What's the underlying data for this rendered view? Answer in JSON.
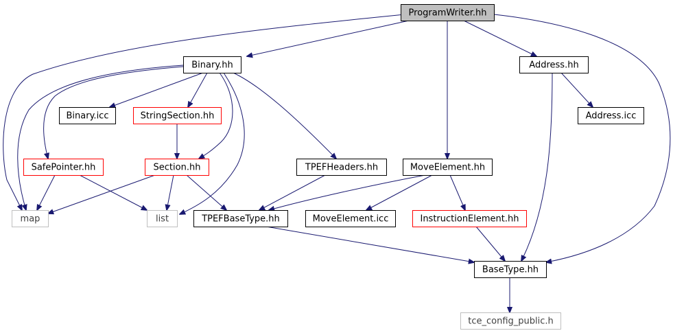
{
  "title": "ProgramWriter.hh",
  "colors": {
    "edge": "#191970",
    "root_fill": "#bfbfbf",
    "normal_border": "#000000",
    "incomplete_border": "#ff0000",
    "external_border": "#bfbfbf",
    "external_text": "#404040"
  },
  "nodes": [
    {
      "id": "programwriter",
      "label": "ProgramWriter.hh",
      "kind": "root"
    },
    {
      "id": "binary",
      "label": "Binary.hh",
      "kind": "normal"
    },
    {
      "id": "address",
      "label": "Address.hh",
      "kind": "normal"
    },
    {
      "id": "binaryicc",
      "label": "Binary.icc",
      "kind": "normal"
    },
    {
      "id": "stringsection",
      "label": "StringSection.hh",
      "kind": "incomplete"
    },
    {
      "id": "addressicc",
      "label": "Address.icc",
      "kind": "normal"
    },
    {
      "id": "safepointer",
      "label": "SafePointer.hh",
      "kind": "incomplete"
    },
    {
      "id": "section",
      "label": "Section.hh",
      "kind": "incomplete"
    },
    {
      "id": "tpefheaders",
      "label": "TPEFHeaders.hh",
      "kind": "normal"
    },
    {
      "id": "moveelement",
      "label": "MoveElement.hh",
      "kind": "normal"
    },
    {
      "id": "map",
      "label": "map",
      "kind": "external"
    },
    {
      "id": "list",
      "label": "list",
      "kind": "external"
    },
    {
      "id": "tpefbasetype",
      "label": "TPEFBaseType.hh",
      "kind": "normal"
    },
    {
      "id": "moveelementicc",
      "label": "MoveElement.icc",
      "kind": "normal"
    },
    {
      "id": "instructionelement",
      "label": "InstructionElement.hh",
      "kind": "incomplete"
    },
    {
      "id": "basetype",
      "label": "BaseType.hh",
      "kind": "normal"
    },
    {
      "id": "tceconfig",
      "label": "tce_config_public.h",
      "kind": "external"
    }
  ],
  "edges": [
    {
      "from": "programwriter",
      "to": "binary"
    },
    {
      "from": "programwriter",
      "to": "map"
    },
    {
      "from": "programwriter",
      "to": "moveelement"
    },
    {
      "from": "programwriter",
      "to": "address"
    },
    {
      "from": "programwriter",
      "to": "basetype"
    },
    {
      "from": "binary",
      "to": "binaryicc"
    },
    {
      "from": "binary",
      "to": "stringsection"
    },
    {
      "from": "binary",
      "to": "safepointer"
    },
    {
      "from": "binary",
      "to": "section"
    },
    {
      "from": "binary",
      "to": "tpefheaders"
    },
    {
      "from": "binary",
      "to": "map"
    },
    {
      "from": "binary",
      "to": "list"
    },
    {
      "from": "address",
      "to": "addressicc"
    },
    {
      "from": "address",
      "to": "basetype"
    },
    {
      "from": "stringsection",
      "to": "section"
    },
    {
      "from": "safepointer",
      "to": "map"
    },
    {
      "from": "safepointer",
      "to": "list"
    },
    {
      "from": "section",
      "to": "map"
    },
    {
      "from": "section",
      "to": "list"
    },
    {
      "from": "section",
      "to": "tpefbasetype"
    },
    {
      "from": "tpefheaders",
      "to": "tpefbasetype"
    },
    {
      "from": "moveelement",
      "to": "tpefbasetype"
    },
    {
      "from": "moveelement",
      "to": "moveelementicc"
    },
    {
      "from": "moveelement",
      "to": "instructionelement"
    },
    {
      "from": "instructionelement",
      "to": "basetype"
    },
    {
      "from": "tpefbasetype",
      "to": "basetype"
    },
    {
      "from": "basetype",
      "to": "tceconfig"
    }
  ]
}
